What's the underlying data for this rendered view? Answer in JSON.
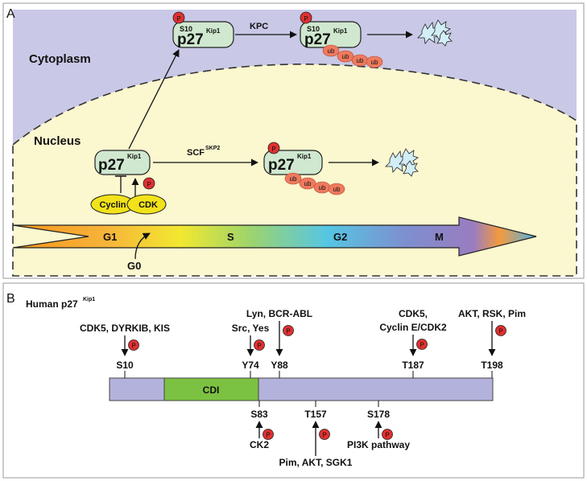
{
  "panel_a": {
    "label": "A",
    "cytoplasm_label": "Cytoplasm",
    "nucleus_label": "Nucleus",
    "protein": "p27",
    "protein_sup": "Kip1",
    "s10": "S10",
    "phospho": "P",
    "ubiquitin": "ub",
    "kpc": "KPC",
    "scf": "SCF",
    "scf_sup": "SKP2",
    "cyclin": "Cyclin",
    "cdk": "CDK",
    "cycle": {
      "g1": "G1",
      "s": "S",
      "g2": "G2",
      "m": "M",
      "g0": "G0"
    },
    "colors": {
      "cytoplasm": "#c9c8e6",
      "nucleus": "#fbf7cf",
      "protein": "#cfe8cf",
      "phospho": "#e03030",
      "ub": "#ef7a5e",
      "cyclin": "#f2e21a",
      "cdi": "#7cc242",
      "bar": "#b3b2dc"
    }
  },
  "panel_b": {
    "label": "B",
    "title": "Human p27",
    "title_sup": "Kip1",
    "domain": "CDI",
    "sites_top": [
      {
        "site": "S10",
        "kinases": [
          "CDK5, DYRKIB, KIS"
        ]
      },
      {
        "site": "Y74",
        "kinases": [
          "Src, Yes"
        ]
      },
      {
        "site": "Y88",
        "kinases": [
          "Lyn, BCR-ABL"
        ]
      },
      {
        "site": "T187",
        "kinases": [
          "CDK5,",
          "Cyclin E/CDK2"
        ]
      },
      {
        "site": "T198",
        "kinases": [
          "AKT, RSK, Pim"
        ]
      }
    ],
    "sites_bottom": [
      {
        "site": "S83",
        "kinases": [
          "CK2"
        ]
      },
      {
        "site": "T157",
        "kinases": [
          "Pim, AKT, SGK1"
        ]
      },
      {
        "site": "S178",
        "kinases": [
          "PI3K pathway"
        ]
      }
    ]
  }
}
